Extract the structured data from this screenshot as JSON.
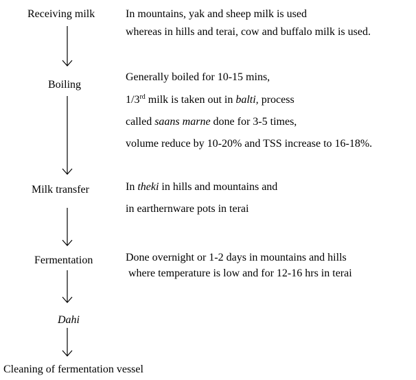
{
  "steps": [
    {
      "label": "Receiving milk",
      "notes": [
        "In mountains, yak and sheep milk is used",
        "whereas in hills and terai, cow and buffalo milk is used."
      ]
    },
    {
      "label": "Boiling",
      "notes": [
        "Generally boiled for 10-15 mins,",
        {
          "pre": "1/3",
          "sup": "rd",
          "mid": " milk is taken out in ",
          "italic": "balti,",
          "post": " process"
        },
        {
          "pre": "called ",
          "italic": "saans marne",
          "post": " done for 3-5 times,"
        },
        "volume reduce by 10-20% and TSS increase to 16-18%."
      ]
    },
    {
      "label": "Milk transfer",
      "notes": [
        {
          "pre": "In ",
          "italic": "theki",
          "post": " in hills and mountains and"
        },
        "in earthernware pots in terai"
      ]
    },
    {
      "label": "Fermentation",
      "notes": [
        "Done overnight or 1-2 days in mountains and hills",
        "where temperature is low and for 12-16 hrs in terai"
      ]
    },
    {
      "label": "Dahi",
      "notes": []
    },
    {
      "label": "Cleaning of fermentation vessel",
      "notes": []
    }
  ]
}
